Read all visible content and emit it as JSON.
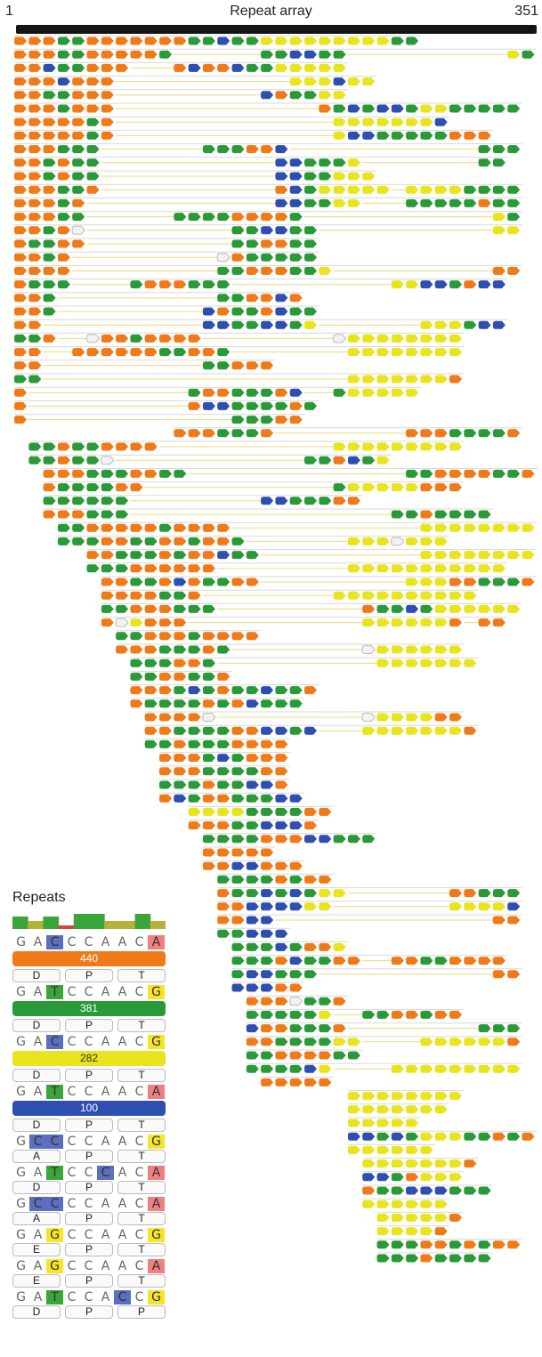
{
  "header": {
    "start": "1",
    "title": "Repeat array",
    "end": "351"
  },
  "legend": {
    "title": "Repeats",
    "repeats": [
      {
        "seq": [
          "G",
          "A",
          "C",
          "C",
          "C",
          "A",
          "A",
          "C",
          "A"
        ],
        "hl": {
          "2": "#5a6fbf",
          "8": "#f08080"
        },
        "count": "440",
        "color": "#f07a18",
        "aa": [
          "D",
          "P",
          "T"
        ]
      },
      {
        "seq": [
          "G",
          "A",
          "T",
          "C",
          "C",
          "A",
          "A",
          "C",
          "G"
        ],
        "hl": {
          "2": "#3aa63a",
          "8": "#f5e428"
        },
        "count": "381",
        "color": "#2a9a38",
        "aa": [
          "D",
          "P",
          "T"
        ]
      },
      {
        "seq": [
          "G",
          "A",
          "C",
          "C",
          "C",
          "A",
          "A",
          "C",
          "G"
        ],
        "hl": {
          "2": "#5a6fbf",
          "8": "#f5e428"
        },
        "count": "282",
        "color": "#e8e41e",
        "aa": [
          "D",
          "P",
          "T"
        ]
      },
      {
        "seq": [
          "G",
          "A",
          "T",
          "C",
          "C",
          "A",
          "A",
          "C",
          "A"
        ],
        "hl": {
          "2": "#3aa63a",
          "8": "#f08080"
        },
        "count": "100",
        "color": "#2e4fb0",
        "aa": [
          "D",
          "P",
          "T"
        ]
      },
      {
        "seq": [
          "G",
          "C",
          "C",
          "C",
          "C",
          "A",
          "A",
          "C",
          "G"
        ],
        "hl": {
          "1": "#5a6fbf",
          "2": "#5a6fbf",
          "8": "#f5e428"
        },
        "count": "",
        "color": "",
        "aa": [
          "A",
          "P",
          "T"
        ]
      },
      {
        "seq": [
          "G",
          "A",
          "T",
          "C",
          "C",
          "C",
          "A",
          "C",
          "A"
        ],
        "hl": {
          "2": "#3aa63a",
          "5": "#5a6fbf",
          "8": "#f08080"
        },
        "count": "",
        "color": "",
        "aa": [
          "D",
          "P",
          "T"
        ]
      },
      {
        "seq": [
          "G",
          "C",
          "C",
          "C",
          "C",
          "A",
          "A",
          "C",
          "A"
        ],
        "hl": {
          "1": "#5a6fbf",
          "2": "#5a6fbf",
          "8": "#f08080"
        },
        "count": "",
        "color": "",
        "aa": [
          "A",
          "P",
          "T"
        ]
      },
      {
        "seq": [
          "G",
          "A",
          "G",
          "C",
          "C",
          "A",
          "A",
          "C",
          "G"
        ],
        "hl": {
          "2": "#f5e428",
          "8": "#f5e428"
        },
        "count": "",
        "color": "",
        "aa": [
          "E",
          "P",
          "T"
        ]
      },
      {
        "seq": [
          "G",
          "A",
          "G",
          "C",
          "C",
          "A",
          "A",
          "C",
          "A"
        ],
        "hl": {
          "2": "#f5e428",
          "8": "#f08080"
        },
        "count": "",
        "color": "",
        "aa": [
          "E",
          "P",
          "T"
        ]
      },
      {
        "seq": [
          "G",
          "A",
          "T",
          "C",
          "C",
          "A",
          "C",
          "C",
          "G"
        ],
        "hl": {
          "2": "#3aa63a",
          "6": "#5a6fbf",
          "8": "#f5e428"
        },
        "count": "",
        "color": "",
        "aa": [
          "D",
          "P",
          "P"
        ]
      }
    ]
  },
  "colors": {
    "O": "#f07a18",
    "G": "#2a9a38",
    "Y": "#e8e41e",
    "B": "#2e4fb0",
    "W": "#f2f2f2",
    "track": "#d9d9d9"
  },
  "rows": [
    {
      "s": [
        [
          1,
          "OOOGGOOOOOOOGGBGGYYYYYYYYYGG"
        ]
      ]
    },
    {
      "s": [
        [
          1,
          "OOOGGOOOOOG"
        ],
        [
          18,
          "GGBBGG"
        ],
        [
          35,
          "YG"
        ]
      ]
    },
    {
      "s": [
        [
          1,
          "OOBGGOOO"
        ],
        [
          12,
          "OBOOBGGYYYYY"
        ]
      ]
    },
    {
      "s": [
        [
          1,
          "OOOBOOO"
        ],
        [
          20,
          "YYYBYY"
        ]
      ]
    },
    {
      "s": [
        [
          1,
          "OOGGOOO"
        ],
        [
          18,
          "BOGGYY"
        ]
      ]
    },
    {
      "s": [
        [
          1,
          "OOOGOOO"
        ],
        [
          22,
          "OGBGBBGYYGGGGG"
        ]
      ]
    },
    {
      "s": [
        [
          1,
          "OOOOOGO"
        ],
        [
          23,
          "YYYYYYYB"
        ]
      ]
    },
    {
      "s": [
        [
          1,
          "OOOOOGO"
        ],
        [
          23,
          "YBBGGGGGOOO"
        ]
      ]
    },
    {
      "s": [
        [
          1,
          "OOOGGG"
        ],
        [
          14,
          "GGGOOB"
        ],
        [
          33,
          "GGG"
        ]
      ]
    },
    {
      "s": [
        [
          1,
          "OOGOGG"
        ],
        [
          19,
          "BBGGGY"
        ],
        [
          33,
          "GG"
        ]
      ]
    },
    {
      "s": [
        [
          1,
          "OOGOGG"
        ],
        [
          19,
          "BBGGYYY"
        ]
      ]
    },
    {
      "s": [
        [
          1,
          "OOOGGO"
        ],
        [
          19,
          "OBGYYYYY"
        ],
        [
          28,
          "YYYYGGGG"
        ]
      ]
    },
    {
      "s": [
        [
          1,
          "OOOGO"
        ],
        [
          19,
          "BBGGYY"
        ],
        [
          28,
          "GGGGGOGG"
        ]
      ]
    },
    {
      "s": [
        [
          1,
          "OOOGG"
        ],
        [
          12,
          "GGGGOOOOG"
        ],
        [
          34,
          "YG"
        ]
      ]
    },
    {
      "s": [
        [
          1,
          "OOGOW"
        ],
        [
          16,
          "GGBBGG"
        ],
        [
          34,
          "YY"
        ]
      ]
    },
    {
      "s": [
        [
          1,
          "OGGOO"
        ],
        [
          16,
          "GGOOGG"
        ]
      ]
    },
    {
      "s": [
        [
          1,
          "OOGO"
        ],
        [
          15,
          "WOGGGGG"
        ]
      ]
    },
    {
      "s": [
        [
          1,
          "OOOO"
        ],
        [
          15,
          "GGOOOGGY"
        ],
        [
          34,
          "OO"
        ]
      ]
    },
    {
      "s": [
        [
          1,
          "OGGG"
        ],
        [
          9,
          "GOOOGGG"
        ],
        [
          27,
          "YYBBGOBB"
        ]
      ]
    },
    {
      "s": [
        [
          1,
          "OOG"
        ],
        [
          15,
          "GGOOBO"
        ]
      ]
    },
    {
      "s": [
        [
          1,
          "OOG"
        ],
        [
          14,
          "BOGGOBGG"
        ]
      ]
    },
    {
      "s": [
        [
          1,
          "OO"
        ],
        [
          14,
          "BBGGBBGY"
        ],
        [
          29,
          "YYYGBB"
        ]
      ]
    },
    {
      "s": [
        [
          1,
          "GGO"
        ],
        [
          6,
          "WOOGOOOO"
        ],
        [
          23,
          "WYYYYYYYY"
        ]
      ]
    },
    {
      "s": [
        [
          1,
          "OO"
        ],
        [
          5,
          "OOOOOOGGOOG"
        ],
        [
          24,
          "YYYYYYYY"
        ]
      ]
    },
    {
      "s": [
        [
          1,
          "OO"
        ],
        [
          14,
          "GGOOO"
        ]
      ]
    },
    {
      "s": [
        [
          1,
          "GG"
        ],
        [
          24,
          "YYYYYYYO"
        ]
      ]
    },
    {
      "s": [
        [
          1,
          "O"
        ],
        [
          13,
          "GOOGGGOB"
        ],
        [
          23,
          "GYYYYY"
        ]
      ]
    },
    {
      "s": [
        [
          1,
          "O"
        ],
        [
          13,
          "OBBGGGGOG"
        ]
      ]
    },
    {
      "s": [
        [
          1,
          "O"
        ],
        [
          16,
          "GGGOO"
        ]
      ]
    },
    {
      "s": [
        [
          12,
          "OOOGGGO"
        ],
        [
          28,
          "OOOGGGGO"
        ]
      ]
    },
    {
      "s": [
        [
          2,
          "GGOGGOOOO"
        ],
        [
          23,
          "YYYYYYYYY"
        ]
      ]
    },
    {
      "s": [
        [
          2,
          "GGOGGW"
        ],
        [
          21,
          "GGOBGY"
        ]
      ]
    },
    {
      "s": [
        [
          3,
          "OOOGGGOOGG"
        ],
        [
          28,
          "GGOOOOGGOO"
        ]
      ]
    },
    {
      "s": [
        [
          3,
          "OGGGGOO"
        ],
        [
          23,
          "GYYYYYOOO"
        ]
      ]
    },
    {
      "s": [
        [
          3,
          "GGGGGG"
        ],
        [
          18,
          "BBGGGOO"
        ]
      ]
    },
    {
      "s": [
        [
          3,
          "OOOGGG"
        ],
        [
          27,
          "GGOGGGG"
        ]
      ]
    },
    {
      "s": [
        [
          4,
          "GGOOOOOGOOOO"
        ],
        [
          29,
          "YYYYYYYY"
        ]
      ]
    },
    {
      "s": [
        [
          4,
          "GGGOOGGOOGOOG"
        ],
        [
          24,
          "YYYWYYY"
        ]
      ]
    },
    {
      "s": [
        [
          6,
          "OOGGGOGOOBGG"
        ],
        [
          29,
          "YYYYYYYY"
        ]
      ]
    },
    {
      "s": [
        [
          6,
          "GGGOOOOOO"
        ],
        [
          24,
          "YYYYYYYYYYY"
        ]
      ]
    },
    {
      "s": [
        [
          7,
          "OOGGOBOGGOO"
        ],
        [
          28,
          "YYYOOGGGO"
        ]
      ]
    },
    {
      "s": [
        [
          7,
          "OOOOGGO"
        ],
        [
          23,
          "YYYYYYYYYY"
        ]
      ]
    },
    {
      "s": [
        [
          7,
          "GGOOOGGG"
        ],
        [
          25,
          "OGGBGYYYYYY"
        ]
      ]
    },
    {
      "s": [
        [
          7,
          "OWYOOO"
        ],
        [
          25,
          "YYYYYYO"
        ],
        [
          33,
          "OO"
        ]
      ]
    },
    {
      "s": [
        [
          8,
          "GGOOOGOOOO"
        ]
      ]
    },
    {
      "s": [
        [
          8,
          "OOOGGGOG"
        ],
        [
          25,
          "WYYYYYY"
        ]
      ]
    },
    {
      "s": [
        [
          9,
          "GGGOOG"
        ],
        [
          26,
          "YYYYYYY"
        ]
      ]
    },
    {
      "s": [
        [
          9,
          "GGOOGGO"
        ]
      ]
    },
    {
      "s": [
        [
          9,
          "OOOGBGOGGBGGO"
        ]
      ]
    },
    {
      "s": [
        [
          9,
          "OGGGGOGOBGGG"
        ]
      ]
    },
    {
      "s": [
        [
          10,
          "OOOOW"
        ],
        [
          25,
          "WYYYYOO"
        ]
      ]
    },
    {
      "s": [
        [
          10,
          "OOGGGGOOBBGB"
        ],
        [
          25,
          "YYYYYYYO"
        ]
      ]
    },
    {
      "s": [
        [
          10,
          "GGOGGGOOOO"
        ]
      ]
    },
    {
      "s": [
        [
          11,
          "OOOGBGOOO"
        ]
      ]
    },
    {
      "s": [
        [
          11,
          "OOOGGGGOO"
        ]
      ]
    },
    {
      "s": [
        [
          11,
          "GGGOGGBBO"
        ]
      ]
    },
    {
      "s": [
        [
          11,
          "OBGOOGGGBB"
        ]
      ]
    },
    {
      "s": [
        [
          13,
          "YYYYGGGGOO"
        ]
      ]
    },
    {
      "s": [
        [
          13,
          "OOOGGBBBO"
        ]
      ]
    },
    {
      "s": [
        [
          14,
          "GGGGOOOBBGGG"
        ]
      ]
    },
    {
      "s": [
        [
          14,
          "OOOOO"
        ]
      ]
    },
    {
      "s": [
        [
          14,
          "OOBBOOO"
        ]
      ]
    },
    {
      "s": [
        [
          15,
          "GGGGOGOO"
        ]
      ]
    },
    {
      "s": [
        [
          15,
          "OGGBGBGYY"
        ],
        [
          31,
          "OOGGG"
        ]
      ]
    },
    {
      "s": [
        [
          15,
          "OOBBBBYY"
        ],
        [
          31,
          "YYYYB"
        ]
      ]
    },
    {
      "s": [
        [
          15,
          "OOBB"
        ],
        [
          34,
          "OO"
        ]
      ]
    },
    {
      "s": [
        [
          15,
          "GGBBB"
        ]
      ]
    },
    {
      "s": [
        [
          16,
          "GGGBGOOY"
        ]
      ]
    },
    {
      "s": [
        [
          16,
          "GGGOBGGOO"
        ],
        [
          27,
          "OOGGOOOO"
        ]
      ]
    },
    {
      "s": [
        [
          16,
          "GBBGGG"
        ],
        [
          34,
          "OO"
        ]
      ]
    },
    {
      "s": [
        [
          16,
          "BBBOO"
        ]
      ]
    },
    {
      "s": [
        [
          17,
          "OOOWGGO"
        ]
      ]
    },
    {
      "s": [
        [
          17,
          "GGGGGY"
        ],
        [
          25,
          "GGOOGOO"
        ]
      ]
    },
    {
      "s": [
        [
          17,
          "BOOGGGO"
        ],
        [
          33,
          "GGG"
        ]
      ]
    },
    {
      "s": [
        [
          17,
          "OOGGGGYY"
        ],
        [
          29,
          "YYYYYYO"
        ]
      ]
    },
    {
      "s": [
        [
          17,
          "GGOOOOGG"
        ]
      ]
    },
    {
      "s": [
        [
          17,
          "GGGGBY"
        ],
        [
          27,
          "YYYYYYYYY"
        ]
      ]
    },
    {
      "s": [
        [
          18,
          "OOOOO"
        ]
      ]
    },
    {
      "s": [
        [
          24,
          "YYYYYYYY"
        ]
      ]
    },
    {
      "s": [
        [
          24,
          "YYYYYYY"
        ]
      ]
    },
    {
      "s": [
        [
          24,
          "YYYYY"
        ]
      ]
    },
    {
      "s": [
        [
          24,
          "BBGBGYYYGGOGOOG"
        ]
      ]
    },
    {
      "s": [
        [
          24,
          "YYYYYY"
        ]
      ]
    },
    {
      "s": [
        [
          25,
          "YYYYYYYO"
        ]
      ]
    },
    {
      "s": [
        [
          25,
          "BBGOYYY"
        ]
      ]
    },
    {
      "s": [
        [
          25,
          "OGGBBBGGG"
        ]
      ]
    },
    {
      "s": [
        [
          25,
          "YYYYYY"
        ]
      ]
    },
    {
      "s": [
        [
          26,
          "YYYYYO"
        ]
      ]
    },
    {
      "s": [
        [
          26,
          "YYYYO"
        ]
      ]
    },
    {
      "s": [
        [
          26,
          "GGGOOGOGOO"
        ]
      ]
    },
    {
      "s": [
        [
          26,
          "GGGOGGGG"
        ]
      ]
    }
  ]
}
